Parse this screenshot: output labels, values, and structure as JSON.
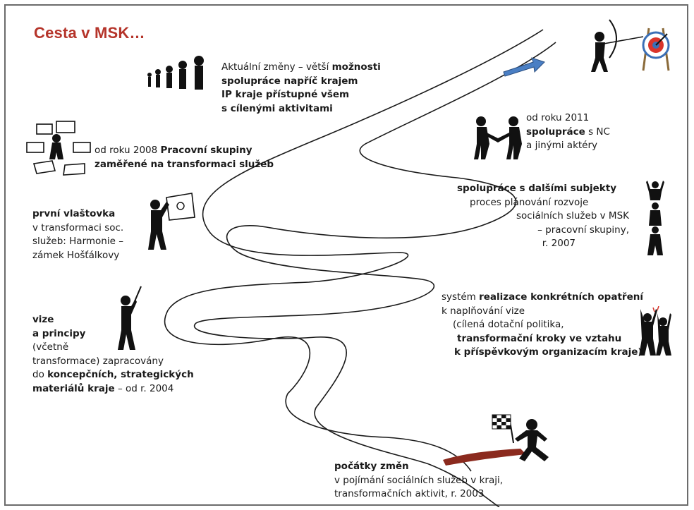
{
  "title": "Cesta v MSK…",
  "milestones": {
    "aktualni": {
      "line1_pre": "Aktuální změny – větší ",
      "line1_bold": "možnosti",
      "line2": "spolupráce napříč krajem",
      "line3": "IP kraje přístupné všem",
      "line4": "s cílenými aktivitami"
    },
    "rok2011": {
      "line1": "od roku 2011",
      "line2_bold": "spolupráce",
      "line2_rest": " s NC",
      "line3": "a jinými aktéry"
    },
    "rok2008": {
      "line1_pre": "od roku 2008 ",
      "line1_bold": "Pracovní skupiny",
      "line2_bold": "zaměřené na transformaci služeb"
    },
    "spoluprace": {
      "line1_bold": "spolupráce s dalšími subjekty",
      "line2": "proces plánování rozvoje",
      "line3": "sociálních služeb v MSK",
      "line4": "– pracovní skupiny,",
      "line5": "r. 2007"
    },
    "vlastovka": {
      "line1_bold": "první vlaštovka",
      "line2": "v transformaci soc.",
      "line3": "služeb: Harmonie –",
      "line4": "zámek Hošťálkovy"
    },
    "system": {
      "line1_pre": "systém ",
      "line1_bold": "realizace konkrétních opatření",
      "line2": "k naplňování vize",
      "line3": "(cílená dotační politika,",
      "line4_bold": "transformační kroky ve vztahu",
      "line5_bold": "k příspěvkovým organizacím kraje",
      "line5_rest": ")"
    },
    "vize": {
      "line1_bold": "vize",
      "line2_bold": "a principy",
      "line3": "(včetně",
      "line4": "transformace)  zapracovány",
      "line5_pre": "do ",
      "line5_bold": "koncepčních,  strategických",
      "line6_bold": "materiálů kraje",
      "line6_rest": " – od r. 2004"
    },
    "pocatky": {
      "line1_bold": "počátky změn",
      "line2": "v pojímání sociálních služeb v kraji,",
      "line3": "transformačních aktivit, r. 2003"
    }
  },
  "colors": {
    "title": "#b5342a",
    "arrow": "#4a7fc4",
    "target": "#d9342b",
    "road": "#1a1a1a",
    "flagstripe": "#8b2a1e"
  },
  "icons": [
    "walking-people-icon",
    "archer-target-icon",
    "arrow-icon",
    "handshake-icon",
    "desk-papers-icon",
    "person-holding-sign-icon",
    "stacked-people-icon",
    "pointing-person-icon",
    "celebrating-people-icon",
    "flag-runner-icon"
  ]
}
